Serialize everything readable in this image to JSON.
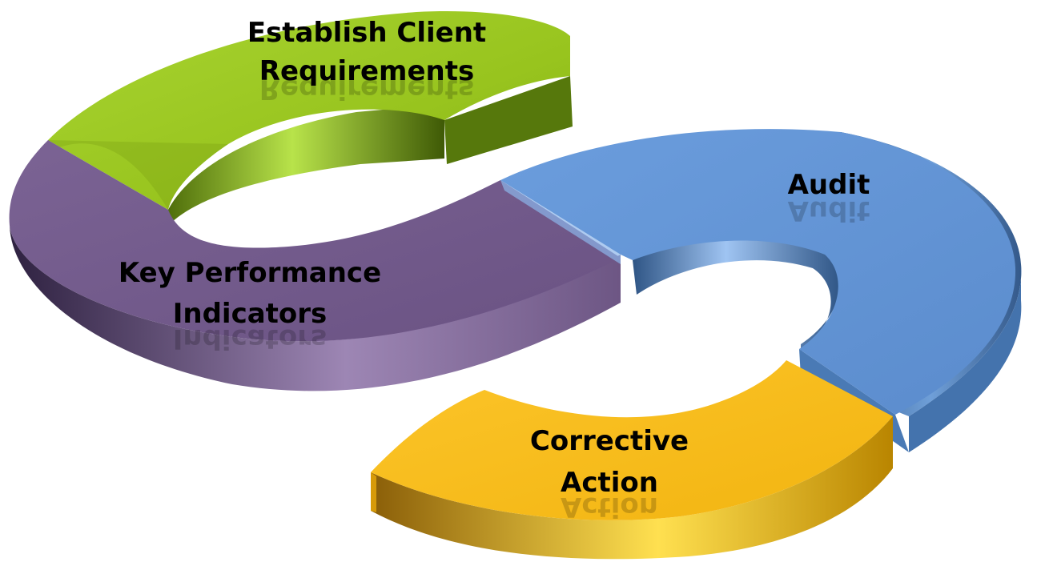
{
  "segments": [
    {
      "key": "green",
      "line1": "Establish Client",
      "line2": "Requirements",
      "color": "#9bc71e"
    },
    {
      "key": "purple",
      "line1": "Key Performance",
      "line2": "Indicators",
      "color": "#735b8c"
    },
    {
      "key": "blue",
      "line1": "Audit",
      "line2": "",
      "color": "#6395d6"
    },
    {
      "key": "yellow",
      "line1": "Corrective",
      "line2": "Action",
      "color": "#fbbf1a"
    }
  ]
}
